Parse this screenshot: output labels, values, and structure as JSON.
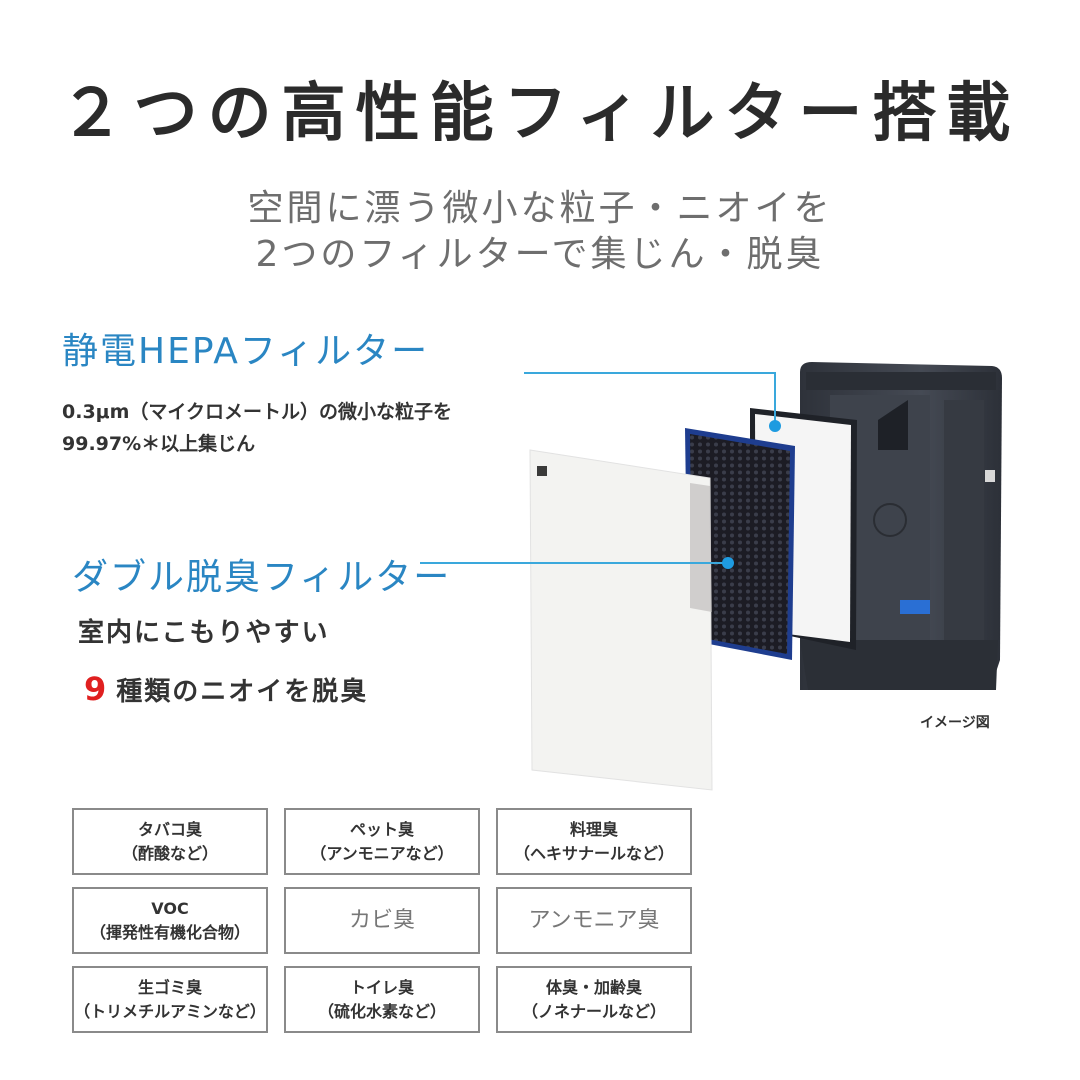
{
  "header": {
    "title": "２つの高性能フィルター搭載",
    "subtitle_line1": "空間に漂う微小な粒子・ニオイを",
    "subtitle_line2": "2つのフィルターで集じん・脱臭"
  },
  "hepa_filter": {
    "heading": "静電HEPAフィルター",
    "desc_line1": "0.3μm（マイクロメートル）の微小な粒子を",
    "desc_line2": "99.97%＊以上集じん"
  },
  "deodorizing_filter": {
    "heading": "ダブル脱臭フィルター",
    "line1": "室内にこもりやすい",
    "count": "9",
    "line2_rest": "種類のニオイを脱臭"
  },
  "illustration": {
    "caption": "イメージ図",
    "colors": {
      "callout_line": "#3aa8dc",
      "callout_dot": "#1e9be0",
      "unit_body": "#3a3f48",
      "deo_filter_frame": "#1e3d8f",
      "deo_filter_mesh": "#1c1c24",
      "hepa_filter": "#f4f4f4",
      "front_panel": "#f2f2f0"
    }
  },
  "odors": [
    {
      "name": "タバコ臭",
      "example": "（酢酸など）"
    },
    {
      "name": "ペット臭",
      "example": "（アンモニアなど）"
    },
    {
      "name": "料理臭",
      "example": "（ヘキサナールなど）"
    },
    {
      "name": "VOC",
      "example": "（揮発性有機化合物）"
    },
    {
      "name": "カビ臭",
      "example": ""
    },
    {
      "name": "アンモニア臭",
      "example": ""
    },
    {
      "name": "生ゴミ臭",
      "example": "（トリメチルアミンなど）"
    },
    {
      "name": "トイレ臭",
      "example": "（硫化水素など）"
    },
    {
      "name": "体臭・加齢臭",
      "example": "（ノネナールなど）"
    }
  ]
}
